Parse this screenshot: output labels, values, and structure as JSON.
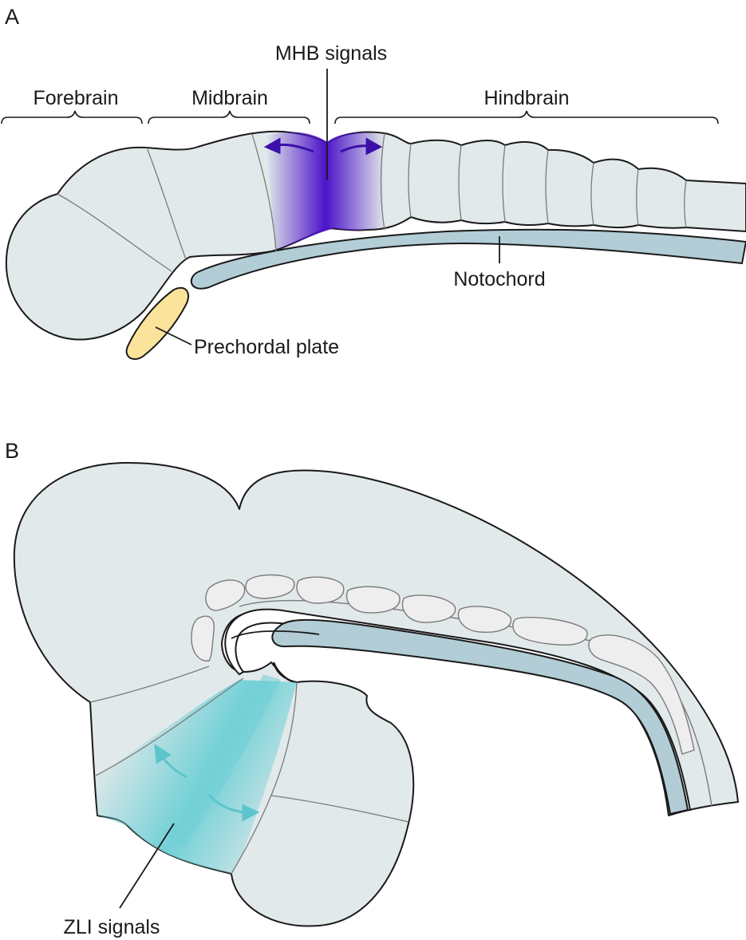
{
  "panel_a": {
    "letter": "A",
    "regions": {
      "forebrain": "Forebrain",
      "midbrain": "Midbrain",
      "hindbrain": "Hindbrain"
    },
    "mhb_label": "MHB signals",
    "notochord_label": "Notochord",
    "prechordal_label": "Prechordal plate"
  },
  "panel_b": {
    "letter": "B",
    "zli_label": "ZLI signals"
  },
  "colors": {
    "neural_tube": "#e2e9ea",
    "rhombomeres": "#eeeeee",
    "notochord": "#b2cdd6",
    "prechordal_plate": "#fbe39b",
    "mhb_signal": "#4c13c9",
    "zli_signal": "#6fd0d6",
    "outline": "#1a1a1a"
  }
}
